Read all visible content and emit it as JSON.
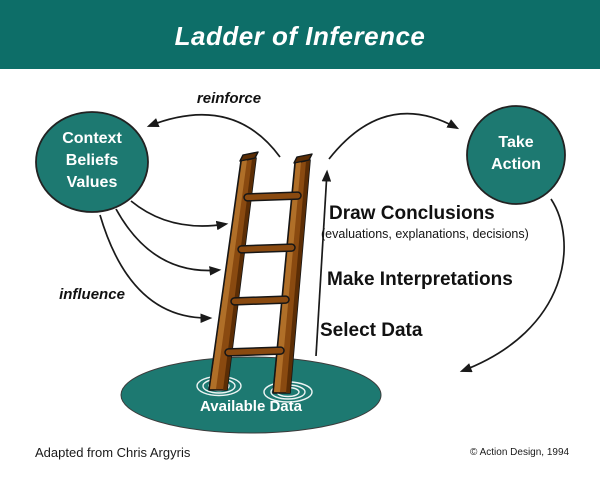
{
  "title": "Ladder of Inference",
  "colors": {
    "banner_teal": "#0d6e68",
    "node_teal": "#1d7971",
    "ladder_brown": "#8a4a10",
    "ladder_brown_dark": "#5b2d05",
    "ladder_brown_light": "#b06f28",
    "arrow_black": "#1a1a1a",
    "text_white": "#ffffff"
  },
  "nodes": {
    "context": {
      "lines": [
        "Context",
        "Beliefs",
        "Values"
      ]
    },
    "take_action": {
      "lines": [
        "Take",
        "Action"
      ]
    },
    "available_data": {
      "label": "Available Data"
    }
  },
  "labels": {
    "reinforce": "reinforce",
    "influence": "influence",
    "draw_conclusions": "Draw Conclusions",
    "draw_conclusions_sub": "(evaluations, explanations, decisions)",
    "make_interpretations": "Make Interpretations",
    "select_data": "Select Data"
  },
  "footer": {
    "credit": "Adapted from Chris Argyris",
    "copyright": "© Action Design, 1994"
  }
}
